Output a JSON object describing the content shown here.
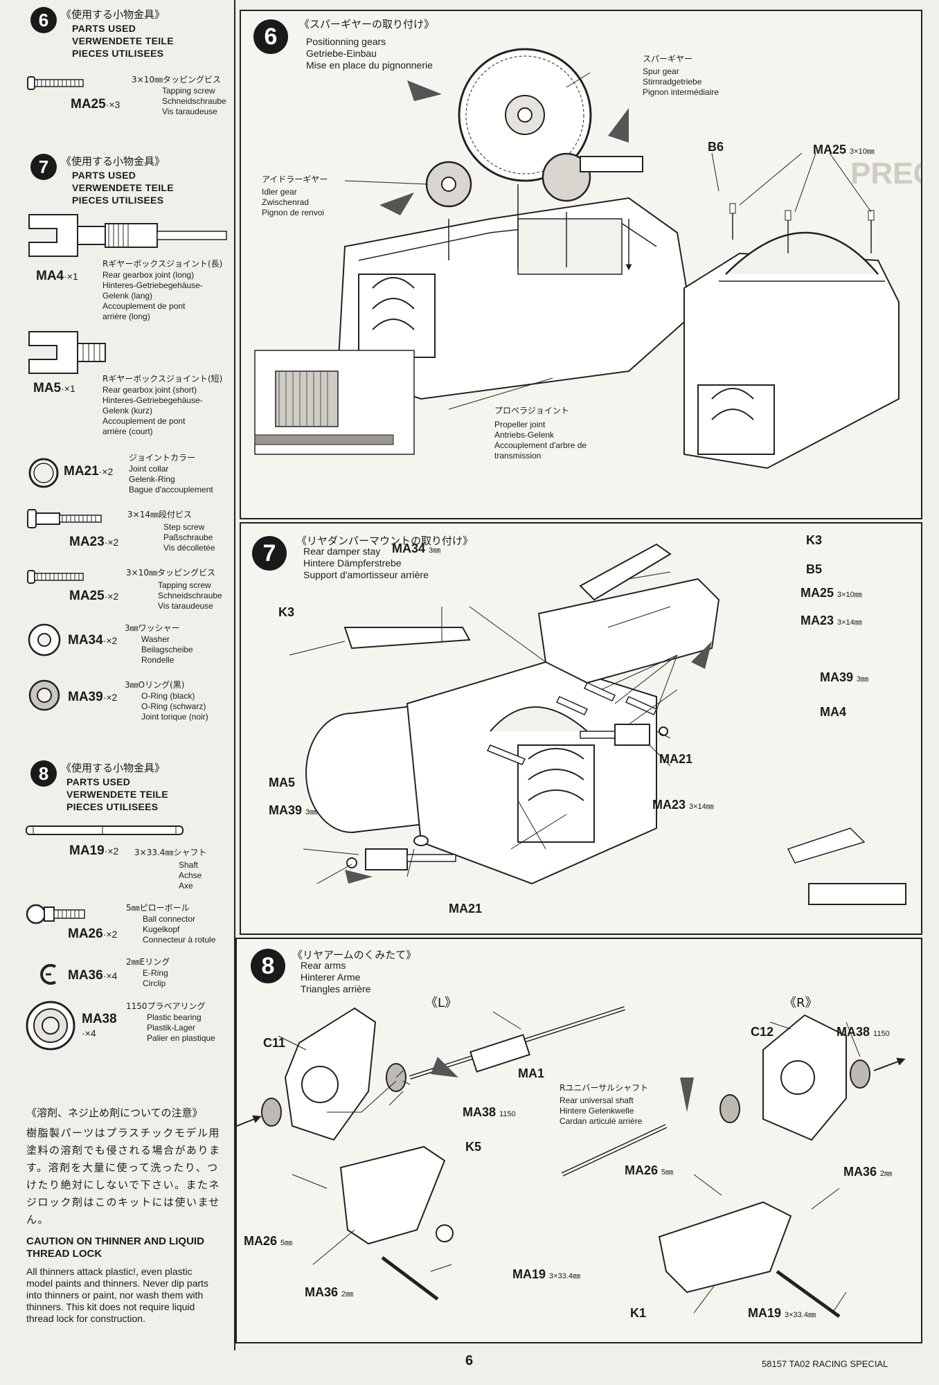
{
  "left_column": {
    "section6": {
      "number": "6",
      "jp": "《使用する小物金具》",
      "en": "PARTS USED\nVERWENDETE TEILE\nPIECES UTILISEES",
      "parts": [
        {
          "code": "MA25",
          "qty": "·×3",
          "jp": "3×10㎜タッピングビス",
          "desc": "Tapping screw\nSchneidschraube\nVis taraudeuse"
        }
      ]
    },
    "section7": {
      "number": "7",
      "jp": "《使用する小物金具》",
      "en": "PARTS USED\nVERWENDETE TEILE\nPIECES UTILISEES",
      "parts": [
        {
          "code": "MA4",
          "qty": "·×1",
          "jp": "Rギヤーボックスジョイント(長)",
          "desc": "Rear gearbox joint (long)\nHinteres-Getriebegehäuse-\nGelenk (lang)\nAccouplement de pont\narrière (long)"
        },
        {
          "code": "MA5",
          "qty": "·×1",
          "jp": "Rギヤーボックスジョイント(短)",
          "desc": "Rear gearbox joint (short)\nHinteres-Getriebegehäuse-\nGelenk (kurz)\nAccouplement de pont\narrière (court)"
        },
        {
          "code": "MA21",
          "qty": "·×2",
          "jp": "ジョイントカラー",
          "desc": "Joint collar\nGelenk-Ring\nBague d'accouplement"
        },
        {
          "code": "MA23",
          "qty": "·×2",
          "jp": "3×14㎜段付ビス",
          "desc": "Step screw\nPaßschraube\nVis décolletée"
        },
        {
          "code": "MA25",
          "qty": "·×2",
          "jp": "3×10㎜タッピングビス",
          "desc": "Tapping screw\nSchneidschraube\nVis taraudeuse"
        },
        {
          "code": "MA34",
          "qty": "·×2",
          "jp": "3㎜ワッシャー",
          "desc": "Washer\nBeilagscheibe\nRondelle"
        },
        {
          "code": "MA39",
          "qty": "·×2",
          "jp": "3㎜Oリング(黒)",
          "desc": "O-Ring (black)\nO-Ring (schwarz)\nJoint torique (noir)"
        }
      ]
    },
    "section8": {
      "number": "8",
      "jp": "《使用する小物金具》",
      "en": "PARTS USED\nVERWENDETE TEILE\nPIECES UTILISEES",
      "parts": [
        {
          "code": "MA19",
          "qty": "·×2",
          "jp": "3×33.4㎜シャフト",
          "desc": "Shaft\nAchse\nAxe"
        },
        {
          "code": "MA26",
          "qty": "·×2",
          "jp": "5㎜ピローボール",
          "desc": "Ball connector\nKugelkopf\nConnecteur à rotule"
        },
        {
          "code": "MA36",
          "qty": "·×4",
          "jp": "2㎜Eリング",
          "desc": "E-Ring\nCirclip"
        },
        {
          "code": "MA38",
          "qty": "·×4",
          "jp": "1150プラベアリング",
          "desc": "Plastic bearing\nPlastik-Lager\nPalier en plastique"
        }
      ]
    },
    "caution_jp_title": "《溶剤、ネジ止め剤についての注意》",
    "caution_jp_body": "樹脂製パーツはプラスチックモデル用塗料の溶剤でも侵される場合があります。溶剤を大量に使って洗ったり、つけたり絶対にしないで下さい。またネジロック剤はこのキットには使いません。",
    "caution_en_title": "CAUTION ON THINNER AND LIQUID THREAD LOCK",
    "caution_en_body": "All thinners attack plastic!, even plastic model paints and thinners. Never dip parts into thinners or paint, nor wash them with thinners. This kit does not require liquid thread lock for construction."
  },
  "step6": {
    "number": "6",
    "jp": "《スパーギヤーの取り付け》",
    "title": "Positionning gears\nGetriebe-Einbau\nMise en place du pignonnerie",
    "spur_jp": "スパーギヤー",
    "spur": "Spur gear\nStirnradgetriebe\nPignon intermédiaire",
    "idler_jp": "アイドラーギヤー",
    "idler": "Idler gear\nZwischenrad\nPignon de renvoi",
    "prop_jp": "プロペラジョイント",
    "prop": "Propeller joint\nAntriebs-Gelenk\nAccouplement d'arbre de\ntransmission",
    "b6": "B6",
    "ma25": "MA25",
    "ma25_size": "3×10㎜"
  },
  "step7": {
    "number": "7",
    "jp": "《リヤダンパーマウントの取り付け》",
    "title": "Rear damper stay\nHintere Dämpferstrebe\nSupport d'amortisseur arrière",
    "callouts": [
      {
        "label": "MA34",
        "size": "3㎜"
      },
      {
        "label": "K3",
        "size": ""
      },
      {
        "label": "B5",
        "size": ""
      },
      {
        "label": "K3",
        "size": ""
      },
      {
        "label": "MA25",
        "size": "3×10㎜"
      },
      {
        "label": "MA23",
        "size": "3×14㎜"
      },
      {
        "label": "MA39",
        "size": "3㎜"
      },
      {
        "label": "MA4",
        "size": ""
      },
      {
        "label": "MA21",
        "size": ""
      },
      {
        "label": "MA23",
        "size": "3×14㎜"
      },
      {
        "label": "MA5",
        "size": ""
      },
      {
        "label": "MA39",
        "size": "3㎜"
      },
      {
        "label": "MA21",
        "size": ""
      }
    ]
  },
  "step8": {
    "number": "8",
    "jp": "《リヤアームのくみたて》",
    "title": "Rear arms\nHinterer Arme\nTriangles arrière",
    "left_tag": "《L》",
    "right_tag": "《R》",
    "ma1_jp": "Rユニバーサルシャフト",
    "ma1": "Rear universal shaft\nHintere Gelenkwelle\nCardan articulé arrière",
    "callouts": [
      {
        "label": "C11",
        "size": ""
      },
      {
        "label": "MA1",
        "size": ""
      },
      {
        "label": "MA38",
        "size": "1150"
      },
      {
        "label": "K5",
        "size": ""
      },
      {
        "label": "MA26",
        "size": "5㎜"
      },
      {
        "label": "MA36",
        "size": "2㎜"
      },
      {
        "label": "MA19",
        "size": "3×33.4㎜"
      },
      {
        "label": "C12",
        "size": ""
      },
      {
        "label": "MA38",
        "size": "1150"
      },
      {
        "label": "MA26",
        "size": "5㎜"
      },
      {
        "label": "MA36",
        "size": "2㎜"
      },
      {
        "label": "K1",
        "size": ""
      },
      {
        "label": "MA19",
        "size": "3×33.4㎜"
      }
    ]
  },
  "footer": {
    "page": "6",
    "model": "58157 TA02 RACING SPECIAL"
  }
}
